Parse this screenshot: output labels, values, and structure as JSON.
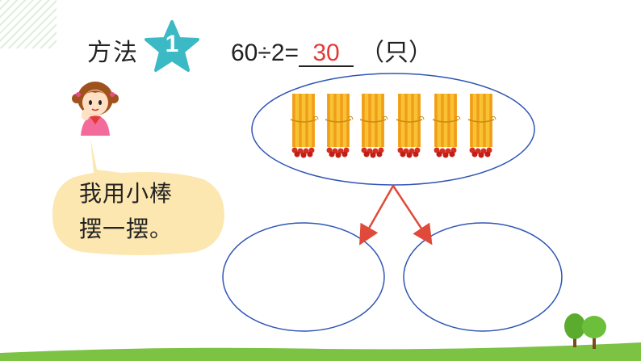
{
  "header": {
    "method_label": "方法",
    "method_number": "1",
    "equation_left": "60÷2=",
    "equation_answer": "30",
    "equation_unit": "（只）"
  },
  "speech_bubble": {
    "line1": "我用小棒",
    "line2": "摆一摆。"
  },
  "illustration": {
    "stick_bundle_count": 6,
    "empty_group_count": 2
  },
  "colors": {
    "badge": "#3bb9c4",
    "answer": "#e53935",
    "arrow": "#e04a3a",
    "ellipse": "#2f55b5",
    "bubble": "#fde7b0",
    "grass": "#7cc243"
  }
}
